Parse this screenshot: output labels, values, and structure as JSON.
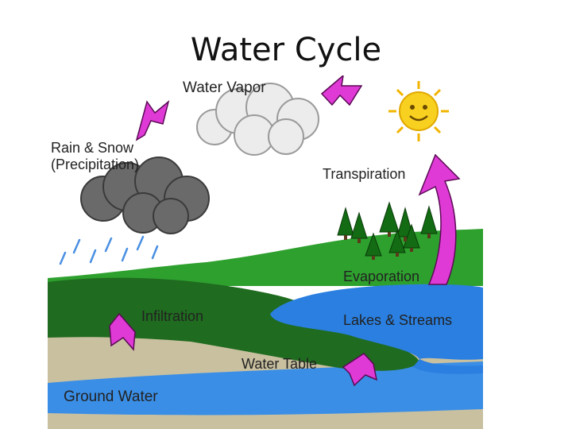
{
  "title": "Water Cycle",
  "labels": {
    "water_vapor": "Water Vapor",
    "rain_snow_line1": "Rain & Snow",
    "rain_snow_line2": "(Precipitation)",
    "transpiration": "Transpiration",
    "evaporation": "Evaporation",
    "infiltration": "Infiltration",
    "lakes_streams": "Lakes & Streams",
    "water_table": "Water Table",
    "ground_water": "Ground Water"
  },
  "colors": {
    "arrow": "#e03ad6",
    "sky": "#ffffff",
    "grass_light": "#30a030",
    "grass_dark": "#1e6a1e",
    "water": "#2a7fe0",
    "soil": "#c9c0a0",
    "sun": "#f8d020"
  },
  "icons": {
    "sun": "sun-icon",
    "cloud": "cloud-icon",
    "rain_cloud": "rain-cloud-icon",
    "tree": "tree-icon",
    "arrow": "arrow-icon"
  }
}
